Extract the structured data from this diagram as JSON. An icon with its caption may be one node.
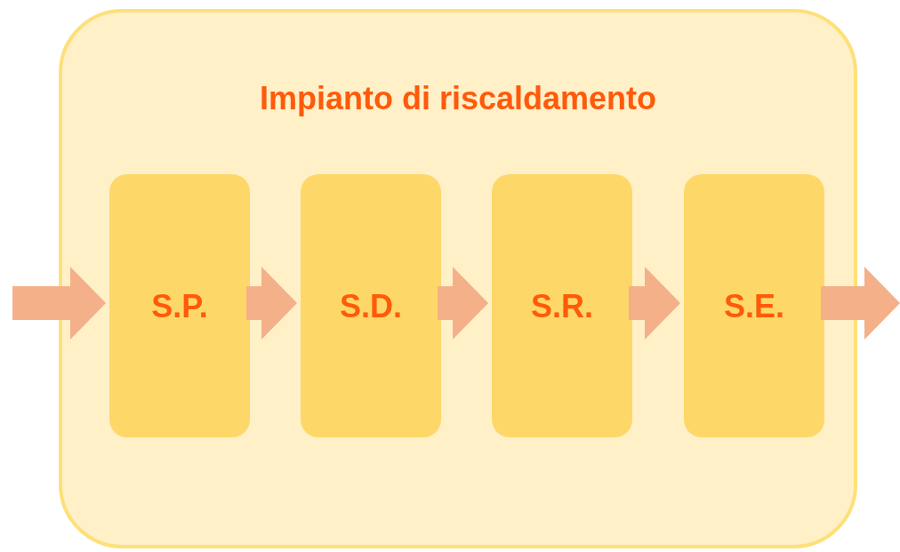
{
  "diagram": {
    "nodes": [
      {
        "text": [
          "Impianto di riscaldamento"
        ]
      },
      {
        "text": [
          "S.P."
        ],
        "in": 0
      },
      {
        "text": [
          "S.D."
        ],
        "in": 0
      },
      {
        "text": [
          "S.R."
        ],
        "in": 0
      },
      {
        "text": [
          "S.E."
        ],
        "in": 0
      }
    ],
    "edges": [
      {
        "from": null,
        "to": 1,
        "arrow": "to"
      },
      {
        "from": 1,
        "to": 2,
        "arrow": "to"
      },
      {
        "from": 2,
        "to": 3,
        "arrow": "to"
      },
      {
        "from": 3,
        "to": 4,
        "arrow": "to"
      },
      {
        "from": 4,
        "to": null,
        "arrow": "to"
      }
    ]
  }
}
